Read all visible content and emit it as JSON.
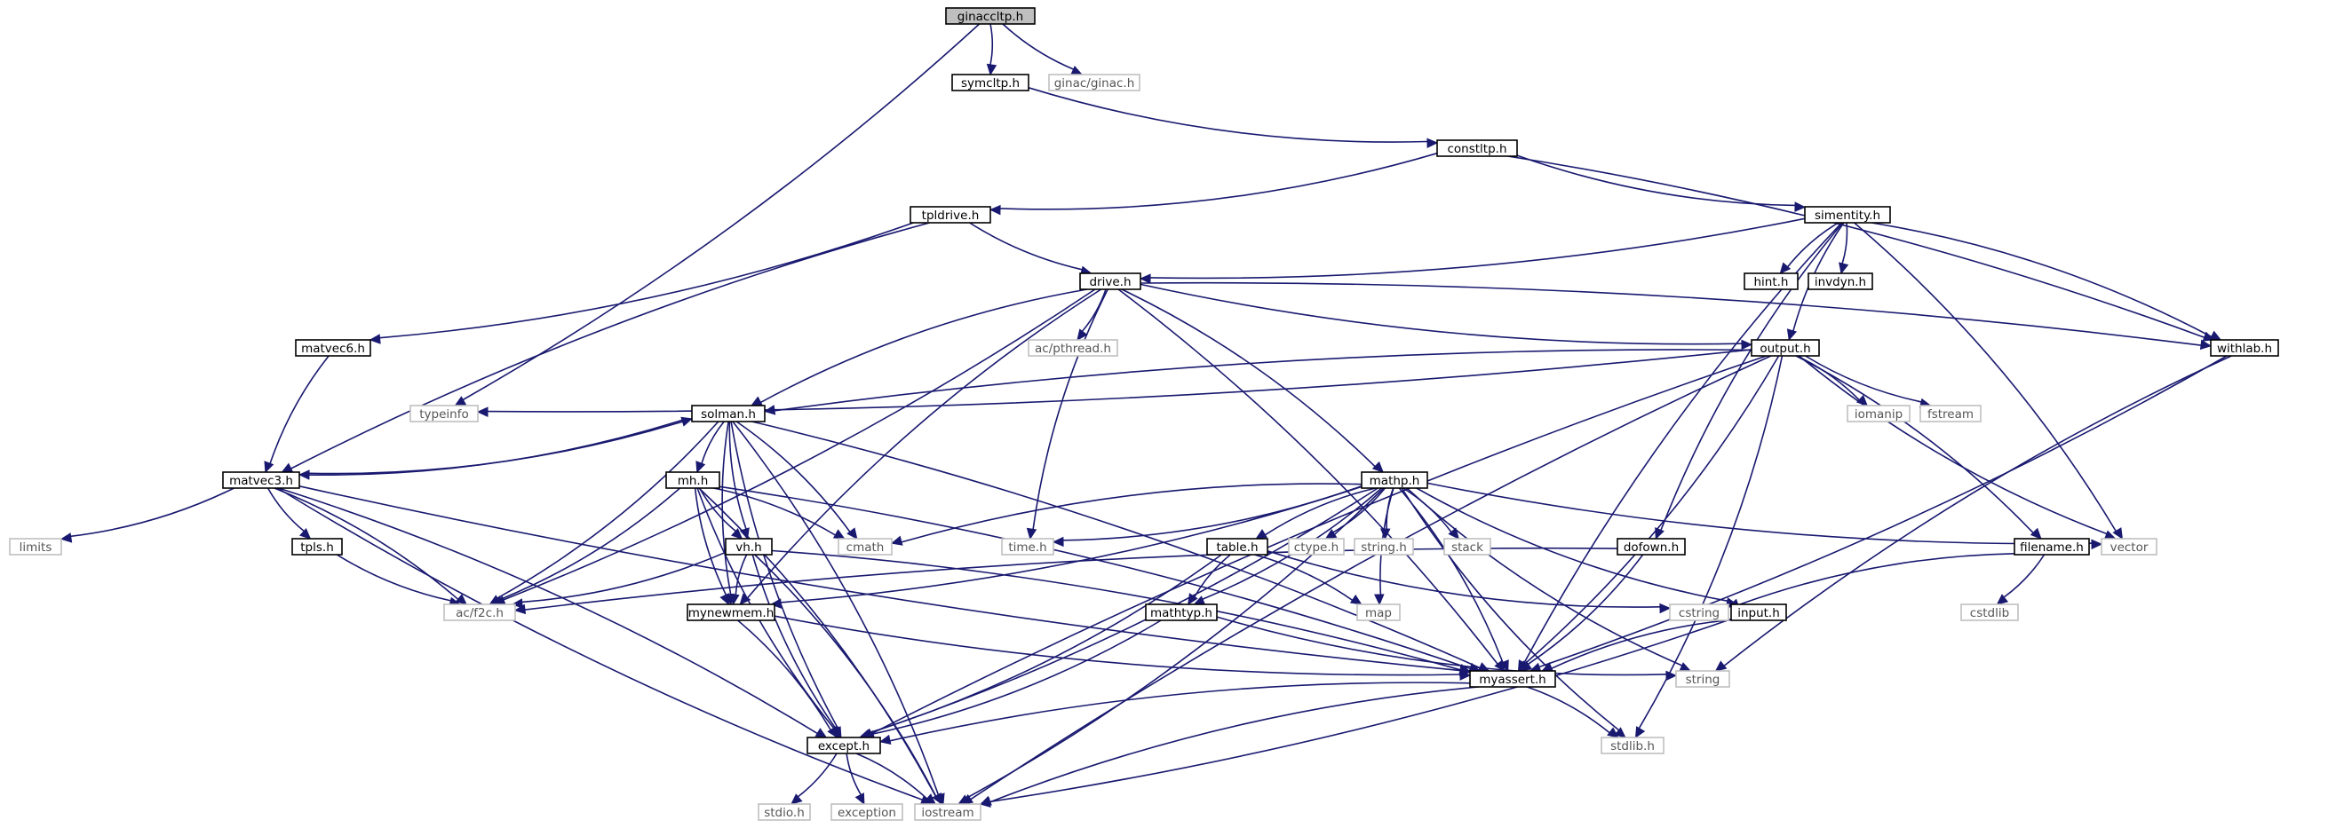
{
  "colors": {
    "edge": "#191970",
    "project_border": "#000000",
    "system_border": "#bfbfbf",
    "root_fill": "#bfbfbf"
  },
  "nodes": [
    {
      "id": "ginaccltp",
      "label": "ginaccltp.h",
      "kind": "root"
    },
    {
      "id": "symcltp",
      "label": "symcltp.h",
      "kind": "project"
    },
    {
      "id": "ginac",
      "label": "ginac/ginac.h",
      "kind": "system"
    },
    {
      "id": "constltp",
      "label": "constltp.h",
      "kind": "project"
    },
    {
      "id": "tpldrive",
      "label": "tpldrive.h",
      "kind": "project"
    },
    {
      "id": "simentity",
      "label": "simentity.h",
      "kind": "project"
    },
    {
      "id": "drive",
      "label": "drive.h",
      "kind": "project"
    },
    {
      "id": "hint",
      "label": "hint.h",
      "kind": "project"
    },
    {
      "id": "invdyn",
      "label": "invdyn.h",
      "kind": "project"
    },
    {
      "id": "matvec6",
      "label": "matvec6.h",
      "kind": "project"
    },
    {
      "id": "pthread",
      "label": "ac/pthread.h",
      "kind": "system"
    },
    {
      "id": "output",
      "label": "output.h",
      "kind": "project"
    },
    {
      "id": "withlab",
      "label": "withlab.h",
      "kind": "project"
    },
    {
      "id": "typeinfo",
      "label": "typeinfo",
      "kind": "system"
    },
    {
      "id": "solman",
      "label": "solman.h",
      "kind": "project"
    },
    {
      "id": "iomanip",
      "label": "iomanip",
      "kind": "system"
    },
    {
      "id": "fstream",
      "label": "fstream",
      "kind": "system"
    },
    {
      "id": "matvec3",
      "label": "matvec3.h",
      "kind": "project"
    },
    {
      "id": "mh",
      "label": "mh.h",
      "kind": "project"
    },
    {
      "id": "mathp",
      "label": "mathp.h",
      "kind": "project"
    },
    {
      "id": "limits",
      "label": "limits",
      "kind": "system"
    },
    {
      "id": "tpls",
      "label": "tpls.h",
      "kind": "project"
    },
    {
      "id": "cmath",
      "label": "cmath",
      "kind": "system"
    },
    {
      "id": "time",
      "label": "time.h",
      "kind": "system"
    },
    {
      "id": "table",
      "label": "table.h",
      "kind": "project"
    },
    {
      "id": "ctype",
      "label": "ctype.h",
      "kind": "system"
    },
    {
      "id": "stringh",
      "label": "string.h",
      "kind": "system"
    },
    {
      "id": "stack",
      "label": "stack",
      "kind": "system"
    },
    {
      "id": "dofown",
      "label": "dofown.h",
      "kind": "project"
    },
    {
      "id": "vector",
      "label": "vector",
      "kind": "system"
    },
    {
      "id": "filename",
      "label": "filename.h",
      "kind": "project"
    },
    {
      "id": "vh",
      "label": "vh.h",
      "kind": "project"
    },
    {
      "id": "f2c",
      "label": "ac/f2c.h",
      "kind": "system"
    },
    {
      "id": "mynewmem",
      "label": "mynewmem.h",
      "kind": "project"
    },
    {
      "id": "mathtyp",
      "label": "mathtyp.h",
      "kind": "project"
    },
    {
      "id": "map",
      "label": "map",
      "kind": "system"
    },
    {
      "id": "cstring",
      "label": "cstring",
      "kind": "system"
    },
    {
      "id": "input",
      "label": "input.h",
      "kind": "project"
    },
    {
      "id": "cstdlib",
      "label": "cstdlib",
      "kind": "system"
    },
    {
      "id": "myassert",
      "label": "myassert.h",
      "kind": "project"
    },
    {
      "id": "string",
      "label": "string",
      "kind": "system"
    },
    {
      "id": "except",
      "label": "except.h",
      "kind": "project"
    },
    {
      "id": "stdlib",
      "label": "stdlib.h",
      "kind": "system"
    },
    {
      "id": "stdio",
      "label": "stdio.h",
      "kind": "system"
    },
    {
      "id": "exception",
      "label": "exception",
      "kind": "system"
    },
    {
      "id": "iostream",
      "label": "iostream",
      "kind": "system"
    }
  ],
  "edges": [
    [
      "ginaccltp",
      "symcltp"
    ],
    [
      "ginaccltp",
      "ginac"
    ],
    [
      "ginaccltp",
      "typeinfo"
    ],
    [
      "symcltp",
      "constltp"
    ],
    [
      "constltp",
      "tpldrive"
    ],
    [
      "constltp",
      "simentity"
    ],
    [
      "constltp",
      "withlab"
    ],
    [
      "tpldrive",
      "drive"
    ],
    [
      "tpldrive",
      "matvec6"
    ],
    [
      "tpldrive",
      "matvec3"
    ],
    [
      "simentity",
      "drive"
    ],
    [
      "simentity",
      "hint"
    ],
    [
      "simentity",
      "invdyn"
    ],
    [
      "simentity",
      "output"
    ],
    [
      "simentity",
      "withlab"
    ],
    [
      "simentity",
      "dofown"
    ],
    [
      "simentity",
      "vector"
    ],
    [
      "simentity",
      "myassert"
    ],
    [
      "drive",
      "pthread"
    ],
    [
      "drive",
      "output"
    ],
    [
      "drive",
      "withlab"
    ],
    [
      "drive",
      "solman"
    ],
    [
      "drive",
      "mathp"
    ],
    [
      "drive",
      "time"
    ],
    [
      "drive",
      "f2c"
    ],
    [
      "drive",
      "mynewmem"
    ],
    [
      "drive",
      "myassert"
    ],
    [
      "matvec6",
      "matvec3"
    ],
    [
      "output",
      "typeinfo"
    ],
    [
      "output",
      "solman"
    ],
    [
      "output",
      "iomanip"
    ],
    [
      "output",
      "fstream"
    ],
    [
      "output",
      "filename"
    ],
    [
      "output",
      "vector"
    ],
    [
      "output",
      "myassert"
    ],
    [
      "output",
      "except"
    ],
    [
      "output",
      "stdlib"
    ],
    [
      "output",
      "iostream"
    ],
    [
      "withlab",
      "myassert"
    ],
    [
      "withlab",
      "string"
    ],
    [
      "solman",
      "matvec3"
    ],
    [
      "solman",
      "mh"
    ],
    [
      "solman",
      "cmath"
    ],
    [
      "solman",
      "vh"
    ],
    [
      "solman",
      "f2c"
    ],
    [
      "solman",
      "mynewmem"
    ],
    [
      "solman",
      "myassert"
    ],
    [
      "solman",
      "except"
    ],
    [
      "solman",
      "iostream"
    ],
    [
      "matvec3",
      "solman"
    ],
    [
      "matvec3",
      "limits"
    ],
    [
      "matvec3",
      "tpls"
    ],
    [
      "matvec3",
      "f2c"
    ],
    [
      "matvec3",
      "myassert"
    ],
    [
      "matvec3",
      "except"
    ],
    [
      "matvec3",
      "iostream"
    ],
    [
      "mh",
      "cmath"
    ],
    [
      "mh",
      "vh"
    ],
    [
      "mh",
      "f2c"
    ],
    [
      "mh",
      "mynewmem"
    ],
    [
      "mh",
      "myassert"
    ],
    [
      "mh",
      "except"
    ],
    [
      "mh",
      "iostream"
    ],
    [
      "mathp",
      "cmath"
    ],
    [
      "mathp",
      "time"
    ],
    [
      "mathp",
      "table"
    ],
    [
      "mathp",
      "ctype"
    ],
    [
      "mathp",
      "stringh"
    ],
    [
      "mathp",
      "stack"
    ],
    [
      "mathp",
      "vector"
    ],
    [
      "mathp",
      "mathtyp"
    ],
    [
      "mathp",
      "map"
    ],
    [
      "mathp",
      "mynewmem"
    ],
    [
      "mathp",
      "input"
    ],
    [
      "mathp",
      "myassert"
    ],
    [
      "mathp",
      "string"
    ],
    [
      "mathp",
      "except"
    ],
    [
      "mathp",
      "stdlib"
    ],
    [
      "mathp",
      "iostream"
    ],
    [
      "tpls",
      "f2c"
    ],
    [
      "vh",
      "f2c"
    ],
    [
      "vh",
      "mynewmem"
    ],
    [
      "vh",
      "myassert"
    ],
    [
      "vh",
      "except"
    ],
    [
      "vh",
      "iostream"
    ],
    [
      "table",
      "mathtyp"
    ],
    [
      "table",
      "map"
    ],
    [
      "table",
      "cstring"
    ],
    [
      "table",
      "except"
    ],
    [
      "dofown",
      "f2c"
    ],
    [
      "dofown",
      "myassert"
    ],
    [
      "filename",
      "cstring"
    ],
    [
      "filename",
      "cstdlib"
    ],
    [
      "mynewmem",
      "myassert"
    ],
    [
      "mynewmem",
      "except"
    ],
    [
      "mathtyp",
      "string"
    ],
    [
      "mathtyp",
      "except"
    ],
    [
      "input",
      "myassert"
    ],
    [
      "input",
      "iostream"
    ],
    [
      "myassert",
      "except"
    ],
    [
      "myassert",
      "stdlib"
    ],
    [
      "myassert",
      "iostream"
    ],
    [
      "except",
      "stdio"
    ],
    [
      "except",
      "exception"
    ],
    [
      "except",
      "iostream"
    ]
  ]
}
